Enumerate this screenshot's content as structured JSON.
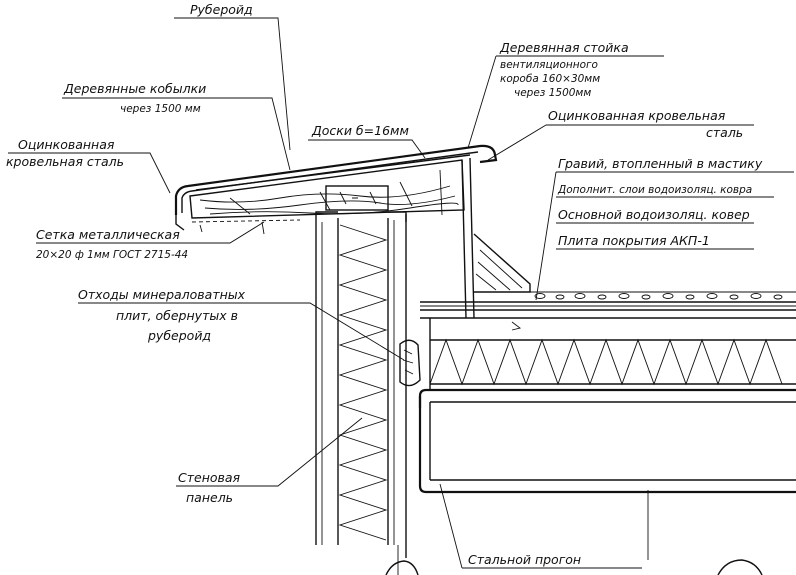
{
  "labels": {
    "ruberoid": "Руберойд",
    "wooden_battens": "Деревянные кобылки",
    "battens_spacing": "через 1500 мм",
    "boards": "Доски б=16мм",
    "wooden_post_l1": "Деревянная стойка",
    "wooden_post_l2": "вентиляционного",
    "wooden_post_l3": "короба 160×30мм",
    "wooden_post_l4": "через 1500мм",
    "galv_steel_right_l1": "Оцинкованная кровельная",
    "galv_steel_right_l2": "сталь",
    "galv_steel_left_l1": "Оцинкованная",
    "galv_steel_left_l2": "кровельная сталь",
    "gravel": "Гравий, втопленный в мастику",
    "extra_layers": "Дополнит. слои водоизоляц. ковра",
    "main_carpet": "Основной водоизоляц. ковер",
    "roof_slab": "Плита покрытия АКП-1",
    "mesh_l1": "Сетка металлическая",
    "mesh_l2": "20×20 ф 1мм ГОСТ 2715-44",
    "waste_l1": "Отходы минераловатных",
    "waste_l2": "плит, обернутых в",
    "waste_l3": "руберойд",
    "wall_panel_l1": "Стеновая",
    "wall_panel_l2": "панель",
    "steel_purlin": "Стальной прогон"
  }
}
